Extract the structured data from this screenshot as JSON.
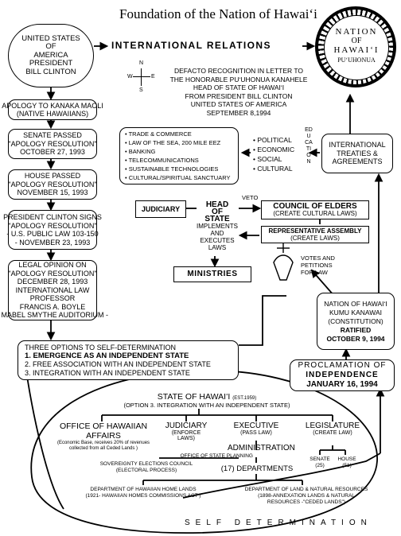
{
  "title": "Foundation of the Nation of Hawaiʻi",
  "usa_box": [
    "UNITED STATES",
    "OF",
    "AMERICA",
    "PRESIDENT",
    "BILL CLINTON"
  ],
  "international_relations": "INTERNATIONAL RELATIONS",
  "seal": {
    "line1": "NATION",
    "line2": "OF",
    "line3": "HAWAIʻI",
    "line4": "PUʻUHONUA"
  },
  "compass": {
    "n": "N",
    "s": "S",
    "e": "E",
    "w": "W"
  },
  "defacto": [
    "DEFACTO RECOGNITION IN LETTER TO",
    "THE HONORABLE PUʻUHONUA KANAHELE",
    "HEAD OF STATE OF HAWAIʻI",
    "FROM PRESIDENT BILL CLINTON",
    "UNITED STATES OF AMERICA",
    "SEPTEMBER 8,1994"
  ],
  "apology": [
    "APOLOGY TO KANAKA MAOLI",
    "(NATIVE HAWAIIANS)"
  ],
  "senate": [
    "SENATE PASSED",
    "\"APOLOGY RESOLUTION\"",
    "OCTOBER 27, 1993"
  ],
  "house": [
    "HOUSE PASSED",
    "\"APOLOGY RESOLUTION\"",
    "NOVEMBER 15, 1993"
  ],
  "clinton_signs": [
    "PRESIDENT CLINTON SIGNS",
    "\"APOLOGY RESOLUTION\"",
    "- U.S. PUBLIC LAW 103-150",
    "- NOVEMBER 23, 1993"
  ],
  "legal_opinion": [
    "LEGAL OPINION ON",
    "\"APOLOGY RESOLUTION\"",
    "DECEMBER 28, 1993",
    "INTERNATIONAL LAW",
    "PROFESSOR",
    "FRANCIS A. BOYLE",
    "- MABEL SMYTHE AUDITORIUM -"
  ],
  "three_options": {
    "heading": "THREE OPTIONS TO SELF-DETERMINATION",
    "opt1": "1. EMERGENCE AS AN INDEPENDENT STATE",
    "opt2": "2. FREE ASSOCIATION WITH AN INDEPENDENT STATE",
    "opt3": "3. INTEGRATION WITH AN INDEPENDENT STATE"
  },
  "trade_list": [
    "TRADE & COMMERCE",
    "LAW OF THE SEA, 200 MILE EEZ",
    "BANKING",
    "TELECOMMUNICATIONS",
    "SUSTAINABLE TECHNOLOGIES",
    "CULTURAL/SPIRITUAL SANCTUARY"
  ],
  "pesc_list": [
    "POLITICAL",
    "ECONOMIC",
    "SOCIAL",
    "CULTURAL"
  ],
  "education": "EDUCATION",
  "treaties": [
    "INTERNATIONAL",
    "TREATIES &",
    "AGREEMENTS"
  ],
  "judiciary": "JUDICIARY",
  "head_state": [
    "HEAD",
    "OF",
    "STATE",
    "IMPLEMENTS",
    "AND",
    "EXECUTES",
    "LAWS"
  ],
  "veto": "VETO",
  "council": [
    "COUNCIL OF ELDERS",
    "(CREATE CULTURAL LAWS)"
  ],
  "rep_assembly": [
    "REPRESENTATIVE ASSEMBLY",
    "(CREATE LAWS)"
  ],
  "votes": [
    "VOTES AND",
    "PETITIONS",
    "FOR LAW"
  ],
  "ministries": "MINISTRIES",
  "kumu": {
    "l1": "NATION OF HAWAIʻI",
    "l2": "KUMU KANAWAI",
    "l3": "(CONSTITUTION)",
    "l4": "RATIFIED",
    "l5": "OCTOBER 9, 1994"
  },
  "proclamation": {
    "l1": "PROCLAMATION OF",
    "l2": "INDEPENDENCE",
    "l3": "JANUARY 16, 1994"
  },
  "state": {
    "title": "STATE OF HAWAIʻI",
    "est": "(EST.1959)",
    "option": "(OPTION 3. INTEGRATION WITH AN INDEPENDENT STATE)",
    "oha_title": "OFFICE OF HAWAIIAN AFFAIRS",
    "oha_sub1": "(Economic Base, receives 20% of revenues",
    "oha_sub2": "collected from all Ceded Lands )",
    "judiciary": "JUDICIARY",
    "judiciary_sub": "(ENFORCE LAWS)",
    "executive": "EXECUTIVE",
    "executive_sub": "(PASS LAW)",
    "legislature": "LEGISLATURE",
    "legislature_sub": "(CREATE LAW)",
    "admin": "ADMINISTRATION",
    "planning": "OFFICE OF STATE PLANNING",
    "senate": "SENATE",
    "senate_n": "(25)",
    "house": "HOUSE",
    "house_n": "(51)",
    "seccouncil1": "SOVEREIGNTY ELECTIONS COUNCIL",
    "seccouncil2": "(ELECTORAL PROCESS)",
    "departments": "(17) DEPARTMENTS",
    "dhhl1": "DEPARTMENT OF HAWAIIAN HOME LANDS",
    "dhhl2": "(1921- HAWAIIAN HOMES COMMISSIONS ACT )",
    "dlnr1": "DEPARTMENT OF LAND & NATURAL RESOURCES",
    "dlnr2": "(1898-ANNEXATION LANDS & NATURAL",
    "dlnr3": "RESOURCES -\"CEDED LANDS\")"
  },
  "self_determination": "SELF DETERMINATION"
}
